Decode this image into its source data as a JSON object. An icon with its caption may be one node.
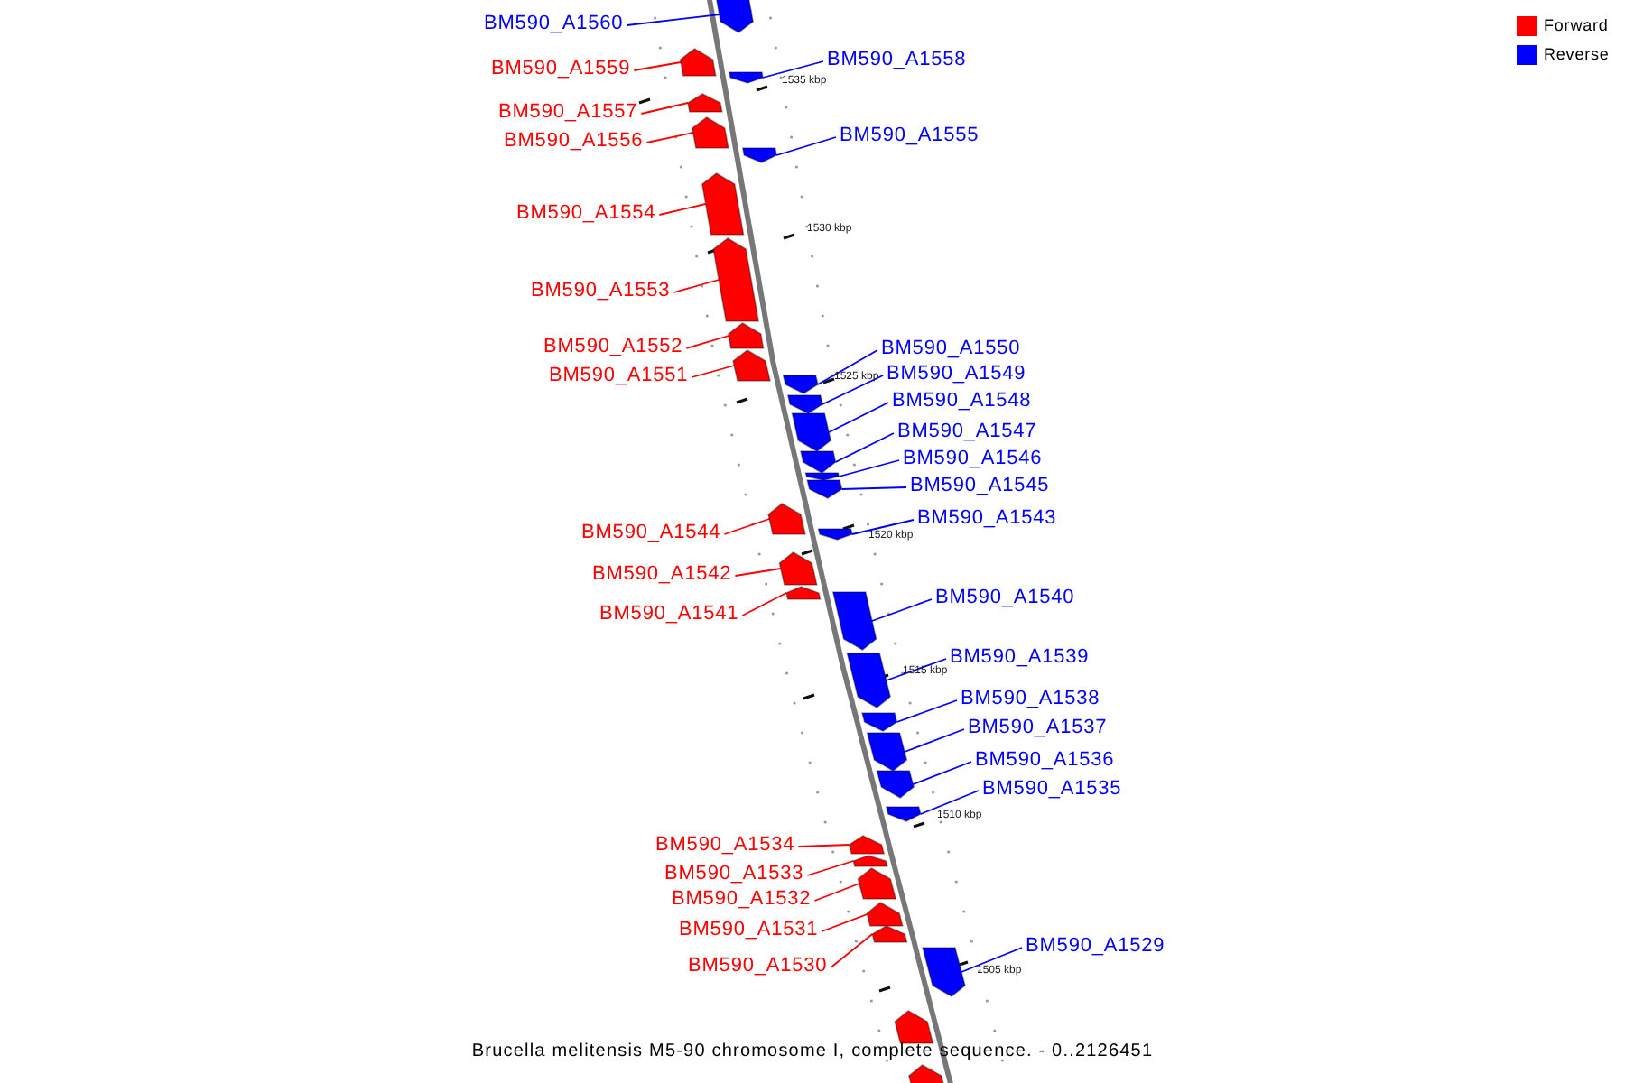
{
  "diagram": {
    "caption": "Brucella melitensis M5-90 chromosome I, complete sequence. - 0..2126451",
    "nodes": [
      {
        "text": [
          "BM590_A1560"
        ]
      },
      {
        "text": [],
        "shape": "arrow"
      },
      {
        "text": [
          "BM590_A1559"
        ]
      },
      {
        "text": [],
        "shape": "arrow"
      },
      {
        "text": [
          "BM590_A1558"
        ]
      },
      {
        "text": [],
        "shape": "arrow"
      },
      {
        "text": [
          "BM590_A1557"
        ]
      },
      {
        "text": [],
        "shape": "arrow"
      },
      {
        "text": [
          "BM590_A1556"
        ]
      },
      {
        "text": [],
        "shape": "arrow"
      },
      {
        "text": [
          "BM590_A1555"
        ]
      },
      {
        "text": [],
        "shape": "arrow"
      },
      {
        "text": [
          "BM590_A1554"
        ]
      },
      {
        "text": [],
        "shape": "arrow"
      },
      {
        "text": [
          "BM590_A1553"
        ]
      },
      {
        "text": [],
        "shape": "arrow"
      },
      {
        "text": [
          "BM590_A1552"
        ]
      },
      {
        "text": [],
        "shape": "arrow"
      },
      {
        "text": [
          "BM590_A1551"
        ]
      },
      {
        "text": [],
        "shape": "arrow"
      },
      {
        "text": [
          "BM590_A1550"
        ]
      },
      {
        "text": [],
        "shape": "arrow"
      },
      {
        "text": [
          "BM590_A1549"
        ]
      },
      {
        "text": [],
        "shape": "arrow"
      },
      {
        "text": [
          "BM590_A1548"
        ]
      },
      {
        "text": [],
        "shape": "arrow"
      },
      {
        "text": [
          "BM590_A1547"
        ]
      },
      {
        "text": [],
        "shape": "arrow"
      },
      {
        "text": [
          "BM590_A1546"
        ]
      },
      {
        "text": [],
        "shape": "arrow"
      },
      {
        "text": [
          "BM590_A1545"
        ]
      },
      {
        "text": [],
        "shape": "arrow"
      },
      {
        "text": [
          "BM590_A1544"
        ]
      },
      {
        "text": [],
        "shape": "arrow"
      },
      {
        "text": [
          "BM590_A1543"
        ]
      },
      {
        "text": [],
        "shape": "arrow"
      },
      {
        "text": [
          "BM590_A1542"
        ]
      },
      {
        "text": [],
        "shape": "arrow"
      },
      {
        "text": [
          "BM590_A1541"
        ]
      },
      {
        "text": [],
        "shape": "arrow"
      },
      {
        "text": [
          "BM590_A1540"
        ]
      },
      {
        "text": [],
        "shape": "arrow"
      },
      {
        "text": [
          "BM590_A1539"
        ]
      },
      {
        "text": [],
        "shape": "arrow"
      },
      {
        "text": [
          "BM590_A1538"
        ]
      },
      {
        "text": [],
        "shape": "arrow"
      },
      {
        "text": [
          "BM590_A1537"
        ]
      },
      {
        "text": [],
        "shape": "arrow"
      },
      {
        "text": [
          "BM590_A1536"
        ]
      },
      {
        "text": [],
        "shape": "arrow"
      },
      {
        "text": [
          "BM590_A1535"
        ]
      },
      {
        "text": [],
        "shape": "arrow"
      },
      {
        "text": [
          "BM590_A1534"
        ]
      },
      {
        "text": [],
        "shape": "arrow"
      },
      {
        "text": [
          "BM590_A1533"
        ]
      },
      {
        "text": [],
        "shape": "arrow"
      },
      {
        "text": [
          "BM590_A1532"
        ]
      },
      {
        "text": [],
        "shape": "arrow"
      },
      {
        "text": [
          "BM590_A1531"
        ]
      },
      {
        "text": [],
        "shape": "arrow"
      },
      {
        "text": [
          "BM590_A1530"
        ]
      },
      {
        "text": [],
        "shape": "arrow"
      },
      {
        "text": [
          "BM590_A1529"
        ]
      },
      {
        "text": [],
        "shape": "arrow"
      },
      {
        "text": [],
        "shape": "arrow"
      },
      {
        "text": [],
        "shape": "arrow"
      }
    ],
    "edges": [
      {
        "from": 0,
        "to": 1,
        "arrow": "none"
      },
      {
        "from": 2,
        "to": 3,
        "arrow": "none",
        "color": "#ff0000"
      },
      {
        "from": 4,
        "to": 5,
        "arrow": "none"
      },
      {
        "from": 6,
        "to": 7,
        "arrow": "none",
        "color": "#ff0000"
      },
      {
        "from": 8,
        "to": 9,
        "arrow": "none",
        "color": "#ff0000"
      },
      {
        "from": 10,
        "to": 11,
        "arrow": "none"
      },
      {
        "from": 12,
        "to": 13,
        "arrow": "none",
        "color": "#ff0000"
      },
      {
        "from": 14,
        "to": 15,
        "arrow": "none",
        "color": "#ff0000"
      },
      {
        "from": 16,
        "to": 17,
        "arrow": "none",
        "color": "#ff0000"
      },
      {
        "from": 18,
        "to": 19,
        "arrow": "none",
        "color": "#ff0000"
      },
      {
        "from": 20,
        "to": 21,
        "arrow": "none"
      },
      {
        "from": 22,
        "to": 23,
        "arrow": "none"
      },
      {
        "from": 24,
        "to": 25,
        "arrow": "none"
      },
      {
        "from": 26,
        "to": 27,
        "arrow": "none"
      },
      {
        "from": 28,
        "to": 29,
        "arrow": "none"
      },
      {
        "from": 30,
        "to": 31,
        "arrow": "none"
      },
      {
        "from": 32,
        "to": 33,
        "arrow": "none",
        "color": "#ff0000"
      },
      {
        "from": 34,
        "to": 35,
        "arrow": "none"
      },
      {
        "from": 36,
        "to": 37,
        "arrow": "none",
        "color": "#ff0000"
      },
      {
        "from": 38,
        "to": 39,
        "arrow": "none",
        "color": "#ff0000"
      },
      {
        "from": 40,
        "to": 41,
        "arrow": "none"
      },
      {
        "from": 42,
        "to": 43,
        "arrow": "none"
      },
      {
        "from": 44,
        "to": 45,
        "arrow": "none"
      },
      {
        "from": 46,
        "to": 47,
        "arrow": "none"
      },
      {
        "from": 48,
        "to": 49,
        "arrow": "none"
      },
      {
        "from": 50,
        "to": 51,
        "arrow": "none"
      },
      {
        "from": 52,
        "to": 53,
        "arrow": "none",
        "color": "#ff0000"
      },
      {
        "from": 54,
        "to": 55,
        "arrow": "none",
        "color": "#ff0000"
      },
      {
        "from": 56,
        "to": 57,
        "arrow": "none",
        "color": "#ff0000"
      },
      {
        "from": 58,
        "to": 59,
        "arrow": "none",
        "color": "#ff0000"
      },
      {
        "from": 60,
        "to": 61,
        "arrow": "none",
        "color": "#ff0000"
      },
      {
        "from": 62,
        "to": 63,
        "arrow": "none"
      }
    ],
    "labels": [
      "1535 kbp",
      "1530 kbp",
      "1525 kbp",
      "1520 kbp",
      "1515 kbp",
      "1510 kbp",
      "1505 kbp"
    ],
    "legend": [
      {
        "text": "Forward",
        "color": "#ff0000"
      },
      {
        "text": "Reverse",
        "color": "#0000ff"
      }
    ]
  }
}
